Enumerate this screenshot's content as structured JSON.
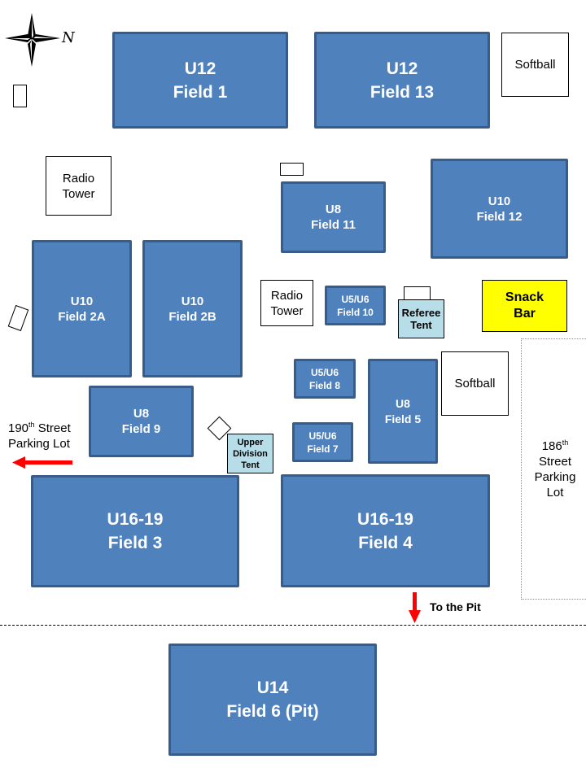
{
  "compass": {
    "north_label": "N"
  },
  "fields": {
    "f1": {
      "age": "U12",
      "name": "Field 1"
    },
    "f13": {
      "age": "U12",
      "name": "Field 13"
    },
    "f11": {
      "age": "U8",
      "name": "Field 11"
    },
    "f12": {
      "age": "U10",
      "name": "Field 12"
    },
    "f2a": {
      "age": "U10",
      "name": "Field 2A"
    },
    "f2b": {
      "age": "U10",
      "name": "Field 2B"
    },
    "f10": {
      "age": "U5/U6",
      "name": "Field 10"
    },
    "f8": {
      "age": "U5/U6",
      "name": "Field 8"
    },
    "f7": {
      "age": "U5/U6",
      "name": "Field 7"
    },
    "f5": {
      "age": "U8",
      "name": "Field 5"
    },
    "f9": {
      "age": "U8",
      "name": "Field 9"
    },
    "f3": {
      "age": "U16-19",
      "name": "Field 3"
    },
    "f4": {
      "age": "U16-19",
      "name": "Field 4"
    },
    "f6": {
      "age": "U14",
      "name": "Field 6 (Pit)"
    }
  },
  "landmarks": {
    "softball_top": "Softball",
    "softball_mid": "Softball",
    "radio_tower_left": {
      "line1": "Radio",
      "line2": "Tower"
    },
    "radio_tower_center": {
      "line1": "Radio",
      "line2": "Tower"
    },
    "referee_tent": {
      "line1": "Referee",
      "line2": "Tent"
    },
    "upper_division_tent": {
      "line1": "Upper",
      "line2": "Division",
      "line3": "Tent"
    },
    "snack_bar": {
      "line1": "Snack",
      "line2": "Bar"
    }
  },
  "parking": {
    "west": {
      "number": "190",
      "suffix": "th",
      "line1_rest": " Street",
      "line2": "Parking Lot"
    },
    "east": {
      "number": "186",
      "suffix": "th",
      "line2": "Street",
      "line3": "Parking",
      "line4": "Lot"
    }
  },
  "directions": {
    "pit": "To the Pit"
  },
  "colors": {
    "field": "#4f81bd",
    "field_border": "#385d8a",
    "tent": "#b7dee8",
    "snack_bar": "#ffff00",
    "arrow": "#ff0000"
  }
}
